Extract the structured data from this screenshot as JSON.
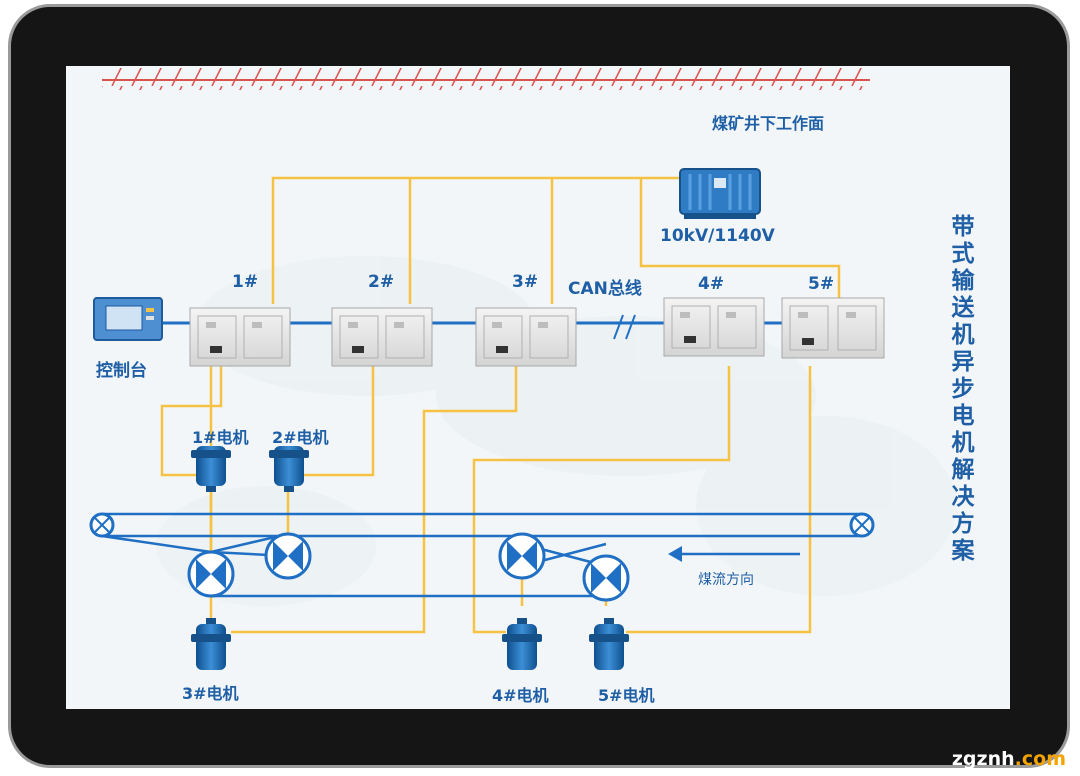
{
  "header": {
    "surface_label": "煤矿井下工作面"
  },
  "title_vertical": "带式输送机异步电机解决方案",
  "transformer": {
    "voltage_label": "10kV/1140V"
  },
  "bus": {
    "label": "CAN总线"
  },
  "console": {
    "label": "控制台"
  },
  "inverters": [
    "1#",
    "2#",
    "3#",
    "4#",
    "5#"
  ],
  "motors": [
    "1#电机",
    "2#电机",
    "3#电机",
    "4#电机",
    "5#电机"
  ],
  "flow": {
    "label": "煤流方向"
  },
  "watermark": {
    "main": "zgznh",
    "accent": ".com"
  },
  "colors": {
    "cable": "#f5c244",
    "bus": "#1f6fc4",
    "label": "#1f5fa6",
    "belt": "#1f6fc4"
  }
}
